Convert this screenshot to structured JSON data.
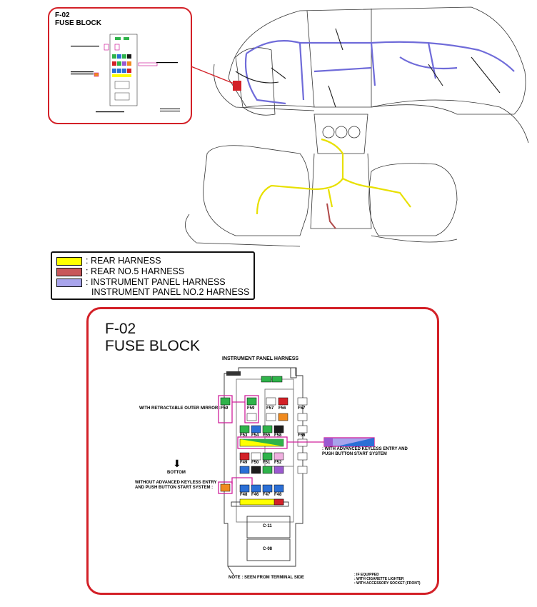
{
  "inset": {
    "code": "F-02",
    "title": "FUSE BLOCK"
  },
  "legend": {
    "items": [
      {
        "label": ": REAR HARNESS",
        "color": "#ffff00"
      },
      {
        "label": ": REAR NO.5 HARNESS",
        "color": "#c8575a"
      },
      {
        "label": ": INSTRUMENT PANEL HARNESS",
        "color": "#a8a4ec"
      },
      {
        "label": "INSTRUMENT PANEL NO.2 HARNESS",
        "color": ""
      }
    ]
  },
  "fuse_block": {
    "code": "F-02",
    "title": "FUSE BLOCK",
    "harness_label": "INSTRUMENT PANEL HARNESS",
    "notes": {
      "retractable": "WITH RETRACTABLE OUTER MIRROR :",
      "advanced": ": WITH ADVANCED KEYLESS ENTRY AND PUSH BUTTON START SYSTEM",
      "without": "WITHOUT ADVANCED KEYLESS ENTRY AND PUSH BUTTON START SYSTEM :",
      "bottom": "BOTTOM",
      "terminal": "NOTE : SEEN FROM TERMINAL SIDE",
      "key": [
        ": IF EQUIPPED",
        ": WITH CIGARETTE LIGHTER",
        ": WITH ACCESSORY SOCKET (FRONT)"
      ]
    },
    "fuses": [
      "F59",
      "F59",
      "F57",
      "F56",
      "F57",
      "F53",
      "F54",
      "F55",
      "F58",
      "F56",
      "F49",
      "F50",
      "F51",
      "F52",
      "F48",
      "F46",
      "F47",
      "F48"
    ],
    "connectors": [
      "C-11",
      "C-08"
    ],
    "colors": {
      "red": "#d32027",
      "magenta": "#d0219c",
      "yellow": "#ffff00",
      "green": "#2fb34a",
      "blue": "#2b6fd6",
      "purple": "#9b59d0",
      "orange": "#f08a1e",
      "pink": "#f0b0e0"
    }
  }
}
